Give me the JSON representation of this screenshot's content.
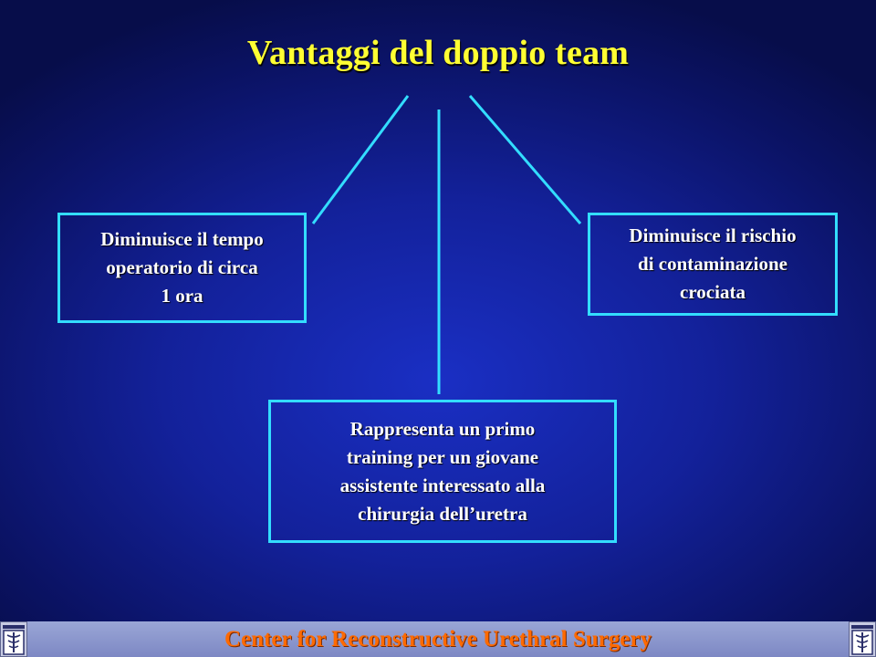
{
  "slide": {
    "title": "Vantaggi del doppio team",
    "items": [
      {
        "text": "Diminuisce il tempo\noperatorio di circa\n1 ora"
      },
      {
        "text": "Diminuisce il rischio\ndi contaminazione\ncrociata"
      },
      {
        "text": "Rappresenta un primo\ntraining per un giovane\nassistente interessato alla\nchirurgia dell’uretra"
      }
    ]
  },
  "footer": {
    "text": "Center for Reconstructive Urethral Surgery",
    "logo_icon": "caduceus-logo-icon"
  },
  "colors": {
    "title": "#ffff33",
    "connector": "#33ddff",
    "box_border": "#33ddff",
    "footer_text": "#ff6a00"
  }
}
